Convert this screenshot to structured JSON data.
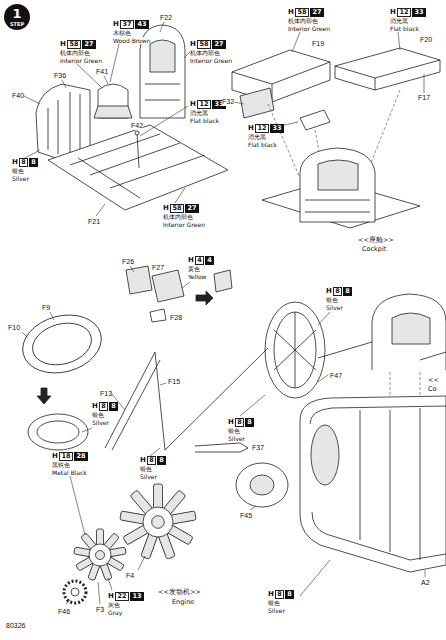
{
  "diagram": {
    "nodes": [
      {
        "text": [
          "1",
          "STEP"
        ]
      },
      {
        "text": [
          "37"
        ]
      },
      {
        "text": [
          "43"
        ]
      },
      {
        "text": [
          "58"
        ]
      },
      {
        "text": [
          "27"
        ]
      },
      {
        "text": [
          "58"
        ]
      },
      {
        "text": [
          "27"
        ]
      },
      {
        "text": [
          "12"
        ]
      },
      {
        "text": [
          "33"
        ]
      },
      {
        "text": [
          "8"
        ]
      },
      {
        "text": [
          "8"
        ]
      },
      {
        "text": [
          "58"
        ]
      },
      {
        "text": [
          "27"
        ]
      },
      {
        "text": [
          "58"
        ]
      },
      {
        "text": [
          "27"
        ]
      },
      {
        "text": [
          "12"
        ]
      },
      {
        "text": [
          "33"
        ]
      },
      {
        "text": [
          "12"
        ]
      },
      {
        "text": [
          "33"
        ]
      },
      {
        "text": [
          "4"
        ]
      },
      {
        "text": [
          "4"
        ]
      },
      {
        "text": [
          "8"
        ]
      },
      {
        "text": [
          "8"
        ]
      },
      {
        "text": [
          "8"
        ]
      },
      {
        "text": [
          "8"
        ]
      },
      {
        "text": [
          "8"
        ]
      },
      {
        "text": [
          "8"
        ]
      },
      {
        "text": [
          "8"
        ]
      },
      {
        "text": [
          "8"
        ]
      },
      {
        "text": [
          "18"
        ]
      },
      {
        "text": [
          "28"
        ]
      },
      {
        "text": [
          "22"
        ]
      },
      {
        "text": [
          "13"
        ]
      },
      {
        "text": [
          "8"
        ]
      },
      {
        "text": [
          "8"
        ]
      }
    ],
    "labels": [
      "H",
      "木棕色",
      "Wood Brown",
      "F22",
      "H",
      "机体内部色",
      "Interior Green",
      "H",
      "机体内部色",
      "Interior Green",
      "F41",
      "F36",
      "F40",
      "H",
      "消光黑",
      "Flat black",
      "F42",
      "H",
      "银色",
      "Silver",
      "F21",
      "H",
      "机体内部色",
      "Interior Green",
      "H",
      "机体内部色",
      "Interior Green",
      "H",
      "消光黑",
      "Flat black",
      "F20",
      "F19",
      "F17",
      "F32",
      "H",
      "消光黑",
      "Flat black",
      "<<座舱>>",
      "Cockpit",
      "F26",
      "F27",
      "H",
      "黄色",
      "Yellow",
      "F28",
      "H",
      "银色",
      "Silver",
      "F9",
      "F10",
      "F47",
      "F15",
      "F13",
      "H",
      "银色",
      "Silver",
      "H",
      "银色",
      "Silver",
      "H",
      "银色",
      "Silver",
      "F37",
      "H",
      "黑铁色",
      "Metal Black",
      "F45",
      "F4",
      "H",
      "灰色",
      "Gray",
      "<<发动机>>",
      "Engine",
      "F46",
      "F3",
      "<<",
      "Co",
      "H",
      "银色",
      "Silver",
      "A2",
      "80326"
    ]
  }
}
